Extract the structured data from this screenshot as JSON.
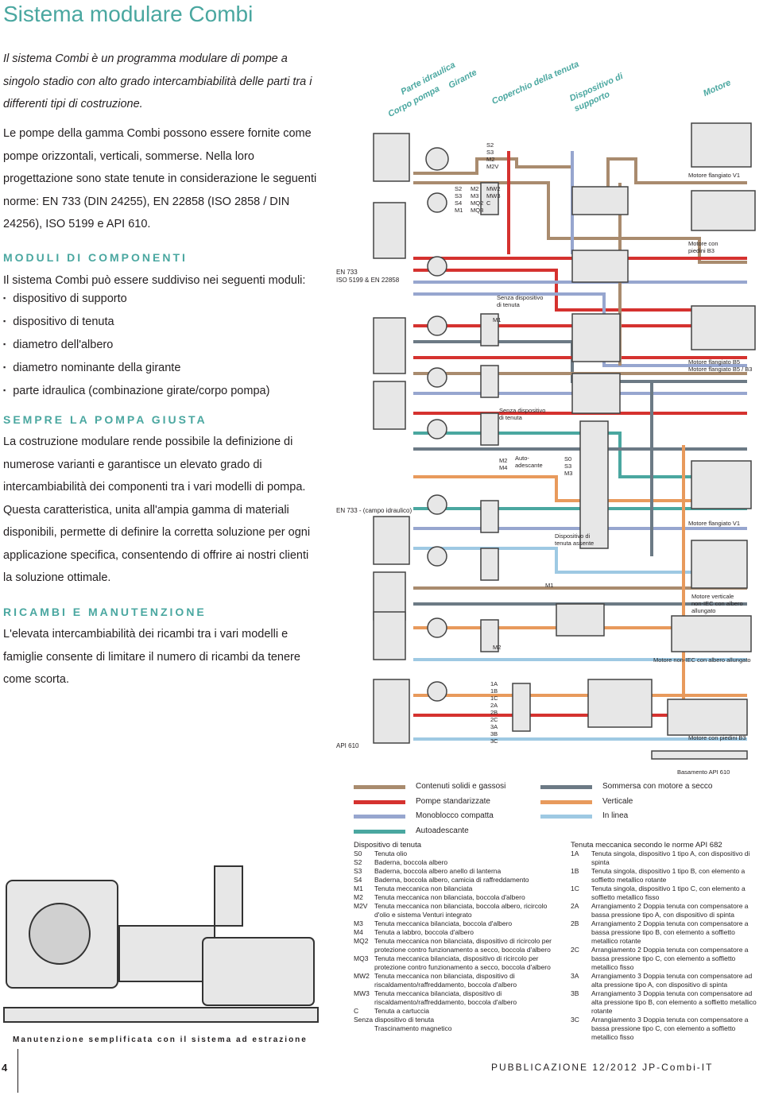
{
  "page_title": "Sistema modulare Combi",
  "intro": "Il sistema Combi è un programma modulare di pompe a singolo stadio con alto grado intercambiabilità delle parti tra i differenti tipi di costruzione.",
  "paragraph_1": "Le pompe della gamma Combi possono essere fornite come pompe orizzontali, verticali, sommerse. Nella loro progettazione sono state tenute in considerazione le seguenti norme: EN 733 (DIN 24255), EN 22858 (ISO 2858 / DIN 24256), ISO 5199 e API 610.",
  "section_modules": {
    "heading": "MODULI DI COMPONENTI",
    "intro": "Il sistema Combi può essere suddiviso nei seguenti moduli:",
    "items": [
      "dispositivo di supporto",
      "dispositivo di tenuta",
      "diametro dell'albero",
      "diametro nominante della girante",
      "parte idraulica (combinazione girate/corpo pompa)"
    ]
  },
  "section_pump": {
    "heading": "SEMPRE LA POMPA GIUSTA",
    "text": "La costruzione modulare rende possibile la definizione di numerose varianti e garantisce un elevato grado di intercambiabilità dei componenti tra i vari modelli di pompa. Questa caratteristica, unita all'ampia gamma di materiali disponibili, permette di definire la corretta soluzione per ogni applicazione specifica, consentendo di offrire ai nostri clienti la soluzione ottimale."
  },
  "section_spares": {
    "heading": "RICAMBI E MANUTENZIONE",
    "text": "L'elevata intercambiabilità dei ricambi tra i vari modelli e famiglie consente di limitare il numero di ricambi da tenere come scorta."
  },
  "diagram": {
    "col_headers": {
      "parte_idraulica": "Parte idraulica",
      "girante": "Girante",
      "corpo_pompa": "Corpo pompa",
      "coperchio": "Coperchio della tenuta",
      "dispositivo": "Dispositivo di supporto",
      "motore": "Motore"
    },
    "labels": {
      "en733_iso": "EN 733\nISO 5199 & EN 22858",
      "en733_campo": "EN 733 - (campo idraulico)",
      "api610": "API 610",
      "codes_a": "S2\nS3\nS4\nM1",
      "codes_b": "M2\nM3\nMQ2\nMQ3",
      "codes_c": "MW2\nMW3\nC",
      "codes_top": "S2\nS3\nM2\nM2V",
      "senza_1": "Senza dispositivo\ndi tenuta",
      "m1_a": "M1",
      "senza_2": "Senza dispositivo\ndi tenuta",
      "m2m4": "M2\nM4",
      "autoadescante": "Auto-\nadescante",
      "s0s3m3": "S0\nS3\nM3",
      "disp_assente": "Dispositivo di\ntenuta assente",
      "m1_b": "M1",
      "m2_b": "M2",
      "api_codes": "1A\n1B\n1C\n2A\n2B\n2C\n3A\n3B\n3C",
      "motore_v1": "Motore flangiato V1",
      "motore_piedini": "Motore con\npiedini B3",
      "motore_b5": "Motore flangiato B5\nMotore flangiato B5 / B3",
      "motore_v1_b": "Motore flangiato V1",
      "motore_verticale": "Motore verticale\nnon-IEC con albero\nallungato",
      "motore_noniec": "Motore non-IEC con albero allungato",
      "motore_piedini_b3": "Motore con piedini B3",
      "basamento": "Basamento API 610"
    }
  },
  "legend": {
    "items": [
      {
        "label": "Contenuti solidi e gassosi",
        "color": "#a98b6e"
      },
      {
        "label": "Pompe standarizzate",
        "color": "#d5322f"
      },
      {
        "label": "Monoblocco compatta",
        "color": "#97a6cf"
      },
      {
        "label": "Autoadescante",
        "color": "#4aa7a0"
      },
      {
        "label": "Sommersa con motore a secco",
        "color": "#6c7a85"
      },
      {
        "label": "Verticale",
        "color": "#e89a5c"
      },
      {
        "label": "In linea",
        "color": "#9ec9e3"
      }
    ]
  },
  "seal_device": {
    "title": "Dispositivo di tenuta",
    "rows": [
      {
        "code": "S0",
        "desc": "Tenuta olio"
      },
      {
        "code": "S2",
        "desc": "Baderna, boccola albero"
      },
      {
        "code": "S3",
        "desc": "Baderna, boccola albero anello di lanterna"
      },
      {
        "code": "S4",
        "desc": "Baderna, boccola albero, camicia di raffreddamento"
      },
      {
        "code": "M1",
        "desc": "Tenuta meccanica non bilanciata"
      },
      {
        "code": "M2",
        "desc": "Tenuta meccanica non bilanciata, boccola d'albero"
      },
      {
        "code": "M2V",
        "desc": "Tenuta meccanica non bilanciata, boccola albero, ricircolo d'olio e sistema Venturi integrato"
      },
      {
        "code": "M3",
        "desc": "Tenuta meccanica bilanciata, boccola d'albero"
      },
      {
        "code": "M4",
        "desc": "Tenuta a labbro, boccola d'albero"
      },
      {
        "code": "MQ2",
        "desc": "Tenuta meccanica non bilanciata, dispositivo di ricircolo per protezione contro funzionamento a secco, boccola d'albero"
      },
      {
        "code": "MQ3",
        "desc": "Tenuta meccanica bilanciata, dispositivo di ricircolo per protezione contro funzionamento a secco, boccola d'albero"
      },
      {
        "code": "MW2",
        "desc": "Tenuta meccanica non bilanciata, dispositivo di riscaldamento/raffreddamento, boccola d'albero"
      },
      {
        "code": "MW3",
        "desc": "Tenuta meccanica bilanciata, dispositivo di riscaldamento/raffreddamento, boccola d'albero"
      },
      {
        "code": "C",
        "desc": "Tenuta a cartuccia"
      }
    ],
    "footer_1": "Senza dispositivo di tenuta",
    "footer_2": "Trascinamento magnetico"
  },
  "api_seal": {
    "title": "Tenuta meccanica secondo le norme API 682",
    "rows": [
      {
        "code": "1A",
        "desc": "Tenuta singola, dispositivo 1 tipo A, con dispositivo di spinta"
      },
      {
        "code": "1B",
        "desc": "Tenuta singola, dispositivo 1 tipo B, con elemento a soffietto metallico rotante"
      },
      {
        "code": "1C",
        "desc": "Tenuta singola, dispositivo 1 tipo C, con elemento a soffietto metallico fisso"
      },
      {
        "code": "2A",
        "desc": "Arrangiamento 2 Doppia tenuta con compensatore a bassa pressione tipo A, con dispositivo di spinta"
      },
      {
        "code": "2B",
        "desc": "Arrangiamento 2 Doppia tenuta con compensatore a bassa pressione tipo B, con elemento a soffietto metallico rotante"
      },
      {
        "code": "2C",
        "desc": "Arrangiamento 2 Doppia tenuta con compensatore a bassa pressione tipo C, con elemento a soffietto metallico fisso"
      },
      {
        "code": "3A",
        "desc": "Arrangiamento 3 Doppia tenuta con compensatore ad alta pressione tipo A, con dispositivo di spinta"
      },
      {
        "code": "3B",
        "desc": "Arrangiamento 3 Doppia tenuta con compensatore ad alta pressione tipo B, con elemento a soffietto metallico rotante"
      },
      {
        "code": "3C",
        "desc": "Arrangiamento 3 Doppia tenuta con compensatore a bassa pressione tipo C, con elemento a soffietto metallico fisso"
      }
    ]
  },
  "caption": "Manutenzione semplificata con il sistema ad estrazione",
  "page_number": "4",
  "footer": "PUBBLICAZIONE 12/2012 JP-Combi-IT"
}
